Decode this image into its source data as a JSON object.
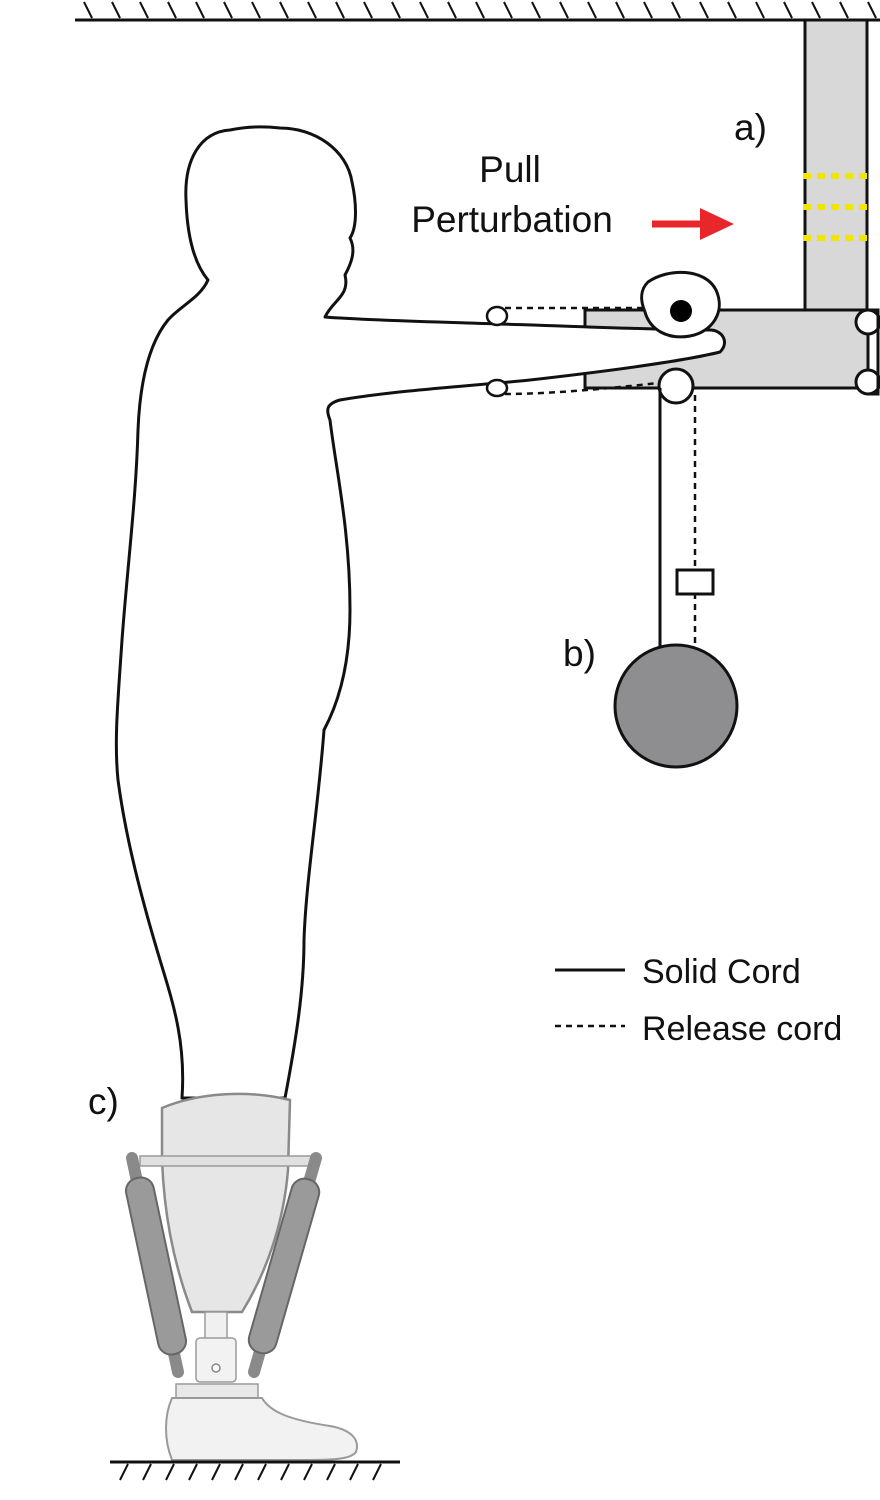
{
  "labels": {
    "a": "a)",
    "b": "b)",
    "c": "c)",
    "pull_line1": "Pull",
    "pull_line2": "Perturbation"
  },
  "legend": {
    "solid": "Solid Cord",
    "release": "Release cord"
  },
  "colors": {
    "outline": "#111111",
    "frame_fill": "#d8d8d8",
    "weight_fill": "#8e8e90",
    "arrow": "#e8262b",
    "latch": "#f2e600",
    "prosthesis_fill": "#e6e6e6",
    "spring_fill": "#9a9a9a"
  }
}
